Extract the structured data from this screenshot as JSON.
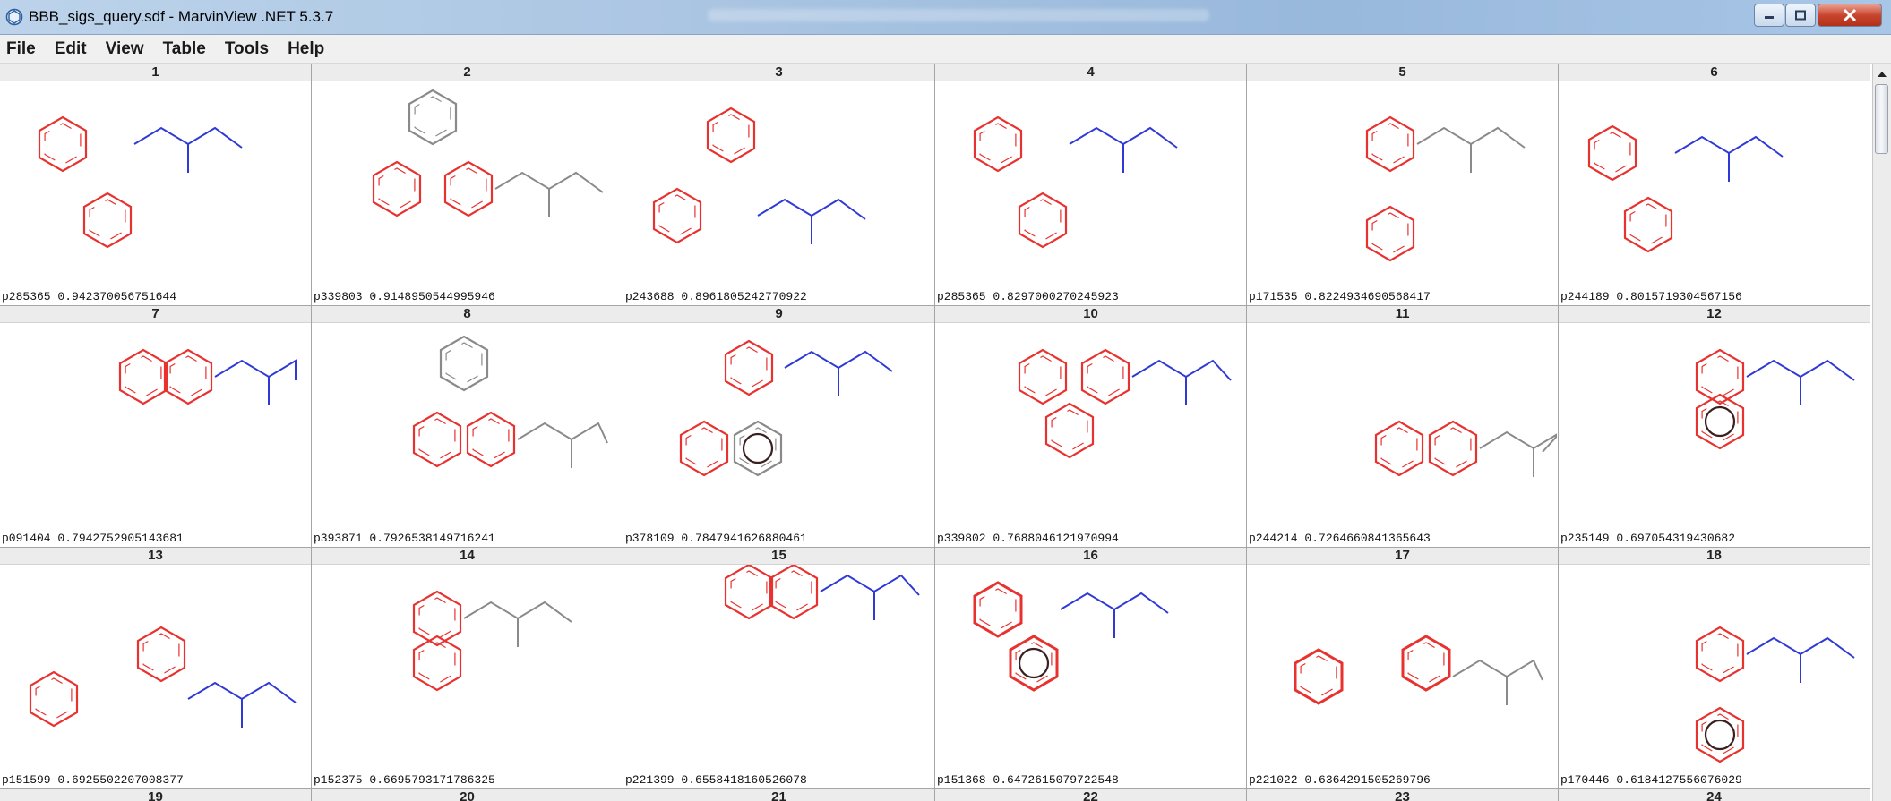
{
  "window": {
    "title": "BBB_sigs_query.sdf - MarvinView .NET 5.3.7",
    "icons": {
      "app": "marvin-app-icon",
      "minimize": "minimize-icon",
      "maximize": "maximize-icon",
      "close": "close-icon"
    }
  },
  "menu": {
    "items": [
      {
        "label": "File"
      },
      {
        "label": "Edit"
      },
      {
        "label": "View"
      },
      {
        "label": "Table"
      },
      {
        "label": "Tools"
      },
      {
        "label": "Help"
      }
    ]
  },
  "grid": {
    "cells": [
      {
        "index": "1",
        "caption": "p285365 0.942370056751644"
      },
      {
        "index": "2",
        "caption": "p339803 0.9148950544995946"
      },
      {
        "index": "3",
        "caption": "p243688 0.8961805242770922"
      },
      {
        "index": "4",
        "caption": "p285365 0.8297000270245923"
      },
      {
        "index": "5",
        "caption": "p171535 0.8224934690568417"
      },
      {
        "index": "6",
        "caption": "p244189 0.8015719304567156"
      },
      {
        "index": "7",
        "caption": "p091404 0.7942752905143681"
      },
      {
        "index": "8",
        "caption": "p393871 0.7926538149716241"
      },
      {
        "index": "9",
        "caption": "p378109 0.7847941626880461"
      },
      {
        "index": "10",
        "caption": "p339802 0.7688046121970994"
      },
      {
        "index": "11",
        "caption": "p244214 0.7264660841365643"
      },
      {
        "index": "12",
        "caption": "p235149 0.697054319430682"
      },
      {
        "index": "13",
        "caption": "p151599 0.6925502207008377"
      },
      {
        "index": "14",
        "caption": "p152375 0.6695793171786325"
      },
      {
        "index": "15",
        "caption": "p221399 0.6558418160526078"
      },
      {
        "index": "16",
        "caption": "p151368 0.6472615079722548"
      },
      {
        "index": "17",
        "caption": "p221022 0.6364291505269796"
      },
      {
        "index": "18",
        "caption": "p170446 0.6184127556076029"
      },
      {
        "index": "19",
        "caption": ""
      },
      {
        "index": "20",
        "caption": ""
      },
      {
        "index": "21",
        "caption": ""
      },
      {
        "index": "22",
        "caption": ""
      },
      {
        "index": "23",
        "caption": ""
      },
      {
        "index": "24",
        "caption": ""
      }
    ]
  },
  "colors": {
    "ring": "#e8322f",
    "chain_blue": "#2f3ad6",
    "chain_gray": "#8a8a8a",
    "aromatic_circle": "#3a2020"
  },
  "scrollbar": {
    "icons": {
      "up": "scroll-up-arrow-icon"
    }
  }
}
